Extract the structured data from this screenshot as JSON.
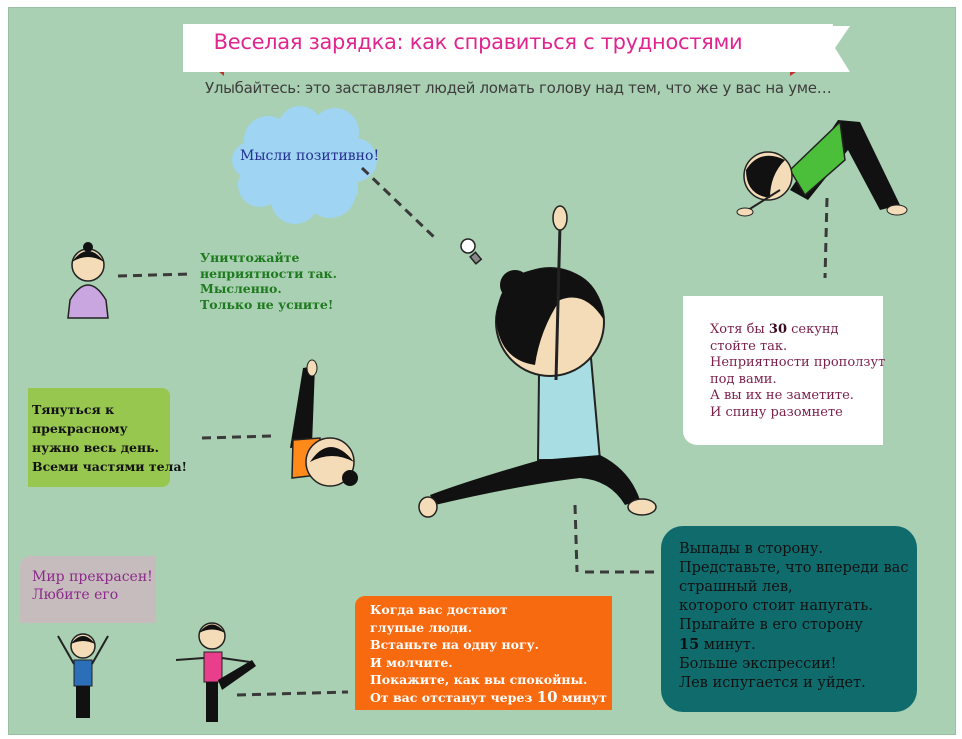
{
  "header": {
    "title": "Веселая зарядка: как справиться с трудностями",
    "subtitle": "Улыбайтесь: это заставляет людей ломать голову над тем, что же у вас на уме…"
  },
  "cloud": {
    "text": "Мысли позитивно!"
  },
  "meditation_tip": {
    "lines": [
      "Уничтожайте",
      "неприятности так.",
      "Мысленно.",
      "Только не усните!"
    ]
  },
  "stretch_tip": {
    "lines": [
      "Тянуться к",
      "прекрасному",
      "нужно весь день.",
      "Всеми частями тела!"
    ]
  },
  "plank_tip": {
    "line1_before": "Хотя бы ",
    "line1_number": "30",
    "line1_after": " секунд",
    "lines": [
      "стойте так.",
      "Неприятности проползут",
      "под вами.",
      "А вы их не заметите.",
      "И спину разомнете"
    ]
  },
  "lunge_tip": {
    "lines_a": [
      "Выпады в сторону.",
      "Представьте, что впереди вас",
      "страшный лев,",
      "которого стоит напугать.",
      "Прыгайте в его сторону"
    ],
    "number": "15",
    "number_after": " минут.",
    "lines_b": [
      "Больше экспрессии!",
      "Лев испугается  и уйдет."
    ]
  },
  "standing_tip": {
    "lines": [
      "Когда вас достают",
      "глупые люди.",
      "Встаньте на одну ногу.",
      "И молчите.",
      "Покажите, как вы спокойны."
    ],
    "last_before": "От вас отстанут через ",
    "last_number": "10",
    "last_after": " минут"
  },
  "world_tip": {
    "lines": [
      "Мир прекрасен!",
      "Любите его"
    ]
  },
  "colors": {
    "background": "#a9d0b2",
    "title": "#e0258f",
    "cloud": "#9fd4f2",
    "lime_box": "#98c750",
    "teal_box": "#0f6b6c",
    "orange_box": "#f86a10",
    "gray_box": "#c7bcbd"
  },
  "icons": [
    "lightbulb-icon",
    "thought-cloud"
  ]
}
